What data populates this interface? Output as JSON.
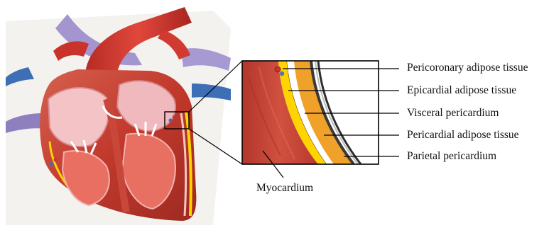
{
  "labels": {
    "pericoronary": "Pericoronary adipose tissue",
    "epicardial": "Epicardial adipose tissue",
    "visceral": "Visceral pericardium",
    "pericardial": "Pericardial adipose tissue",
    "parietal": "Parietal pericardium",
    "myocardium": "Myocardium"
  },
  "colors": {
    "myocardium": "#c94a3b",
    "epicardial_fat": "#ffd400",
    "pericardial_fat": "#f0a12a",
    "pericardium": "#3a3a3a",
    "aorta": "#c8342c",
    "vessel_purple": "#9b8cc9",
    "vessel_blue": "#3e6fb6",
    "leaders": "#000000"
  }
}
